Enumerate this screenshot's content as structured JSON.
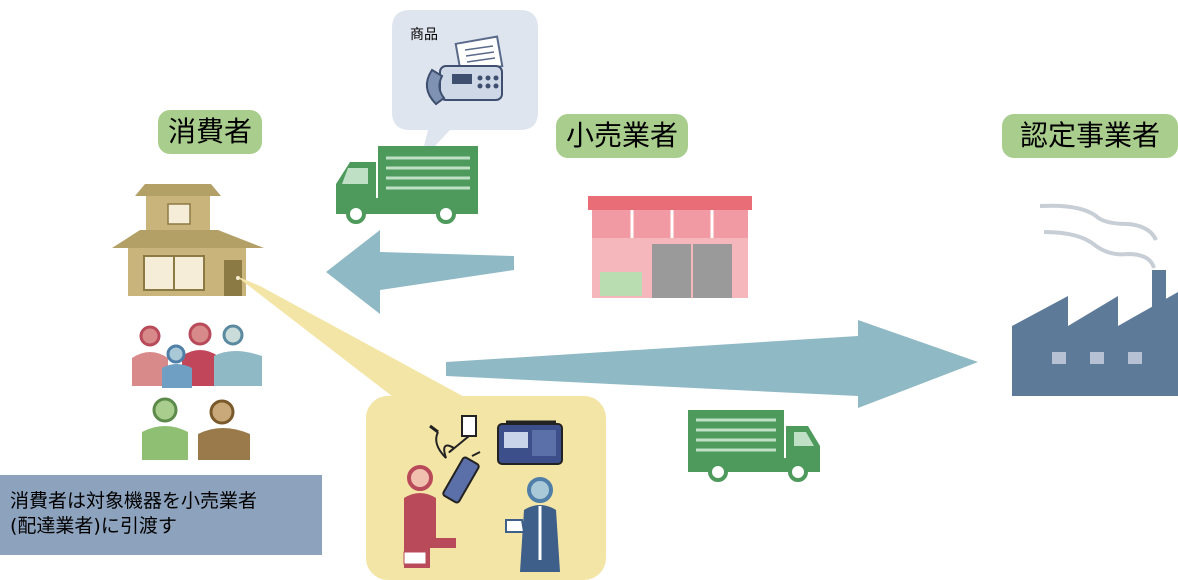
{
  "labels": {
    "consumer": "消費者",
    "retailer": "小売業者",
    "certified_operator": "認定事業者"
  },
  "bubble": {
    "text": "商品"
  },
  "note": {
    "line1": "消費者は対象機器を小売業者",
    "line2": "(配達業者)に引渡す"
  },
  "colors": {
    "label_bg": "#a9cd8c",
    "arrow": "#8fb9c4",
    "truck": "#4e9a5c",
    "house": "#b3a067",
    "store": "#f29aa3",
    "factory": "#5d7a99",
    "note_bg": "#8da2bd",
    "handover_bg": "#f3e5a6",
    "bubble_bg": "#dfe5ee"
  }
}
